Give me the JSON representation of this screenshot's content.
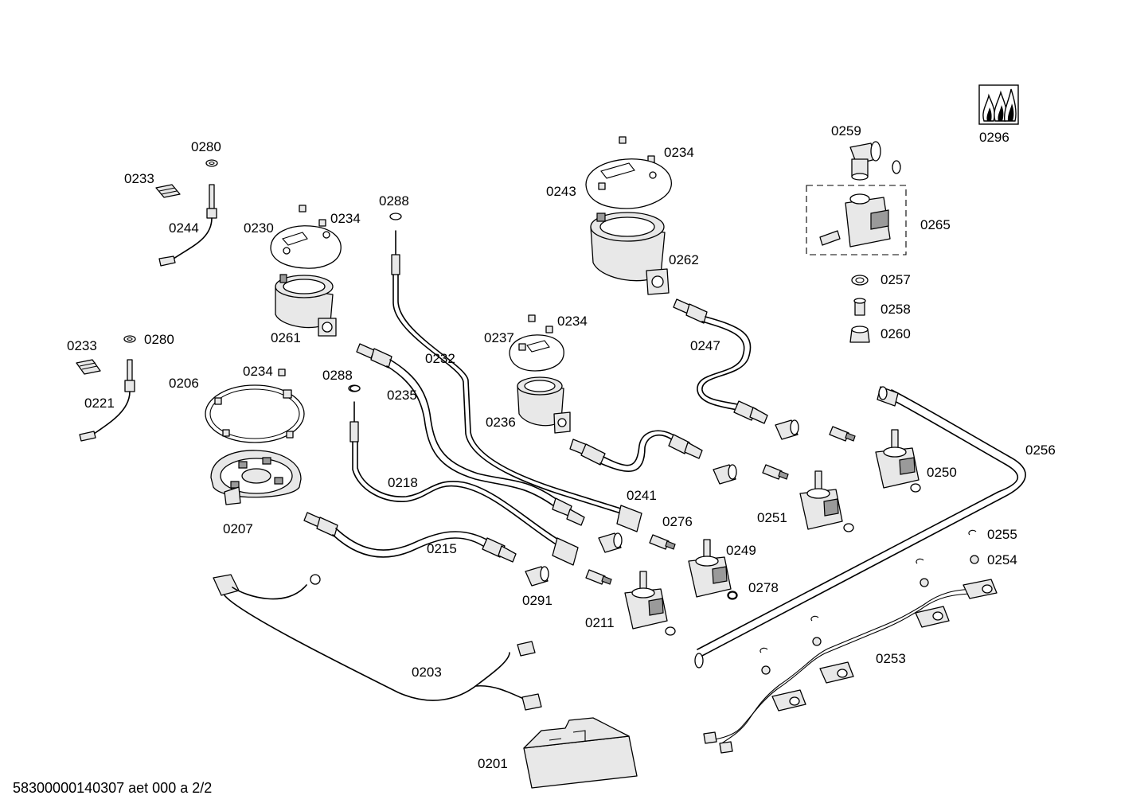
{
  "footer": "58300000140307 aet 000 a 2/2",
  "labels": {
    "l0280a": "0280",
    "l0233a": "0233",
    "l0244": "0244",
    "l0230": "0230",
    "l0234a": "0234",
    "l0261": "0261",
    "l0288a": "0288",
    "l0232": "0232",
    "l0243": "0243",
    "l0234b": "0234",
    "l0262": "0262",
    "l0259": "0259",
    "l0265": "0265",
    "l0296": "0296",
    "l0257": "0257",
    "l0258": "0258",
    "l0260": "0260",
    "l0233b": "0233",
    "l0280b": "0280",
    "l0221": "0221",
    "l0206": "0206",
    "l0234c": "0234",
    "l0288b": "0288",
    "l0235": "0235",
    "l0237": "0237",
    "l0234d": "0234",
    "l0236": "0236",
    "l0247": "0247",
    "l0218": "0218",
    "l0241": "0241",
    "l0256": "0256",
    "l0250": "0250",
    "l0207": "0207",
    "l0276": "0276",
    "l0251": "0251",
    "l0215": "0215",
    "l0249": "0249",
    "l0255": "0255",
    "l0254": "0254",
    "l0291": "0291",
    "l0278": "0278",
    "l0211": "0211",
    "l0253": "0253",
    "l0203": "0203",
    "l0201": "0201"
  }
}
